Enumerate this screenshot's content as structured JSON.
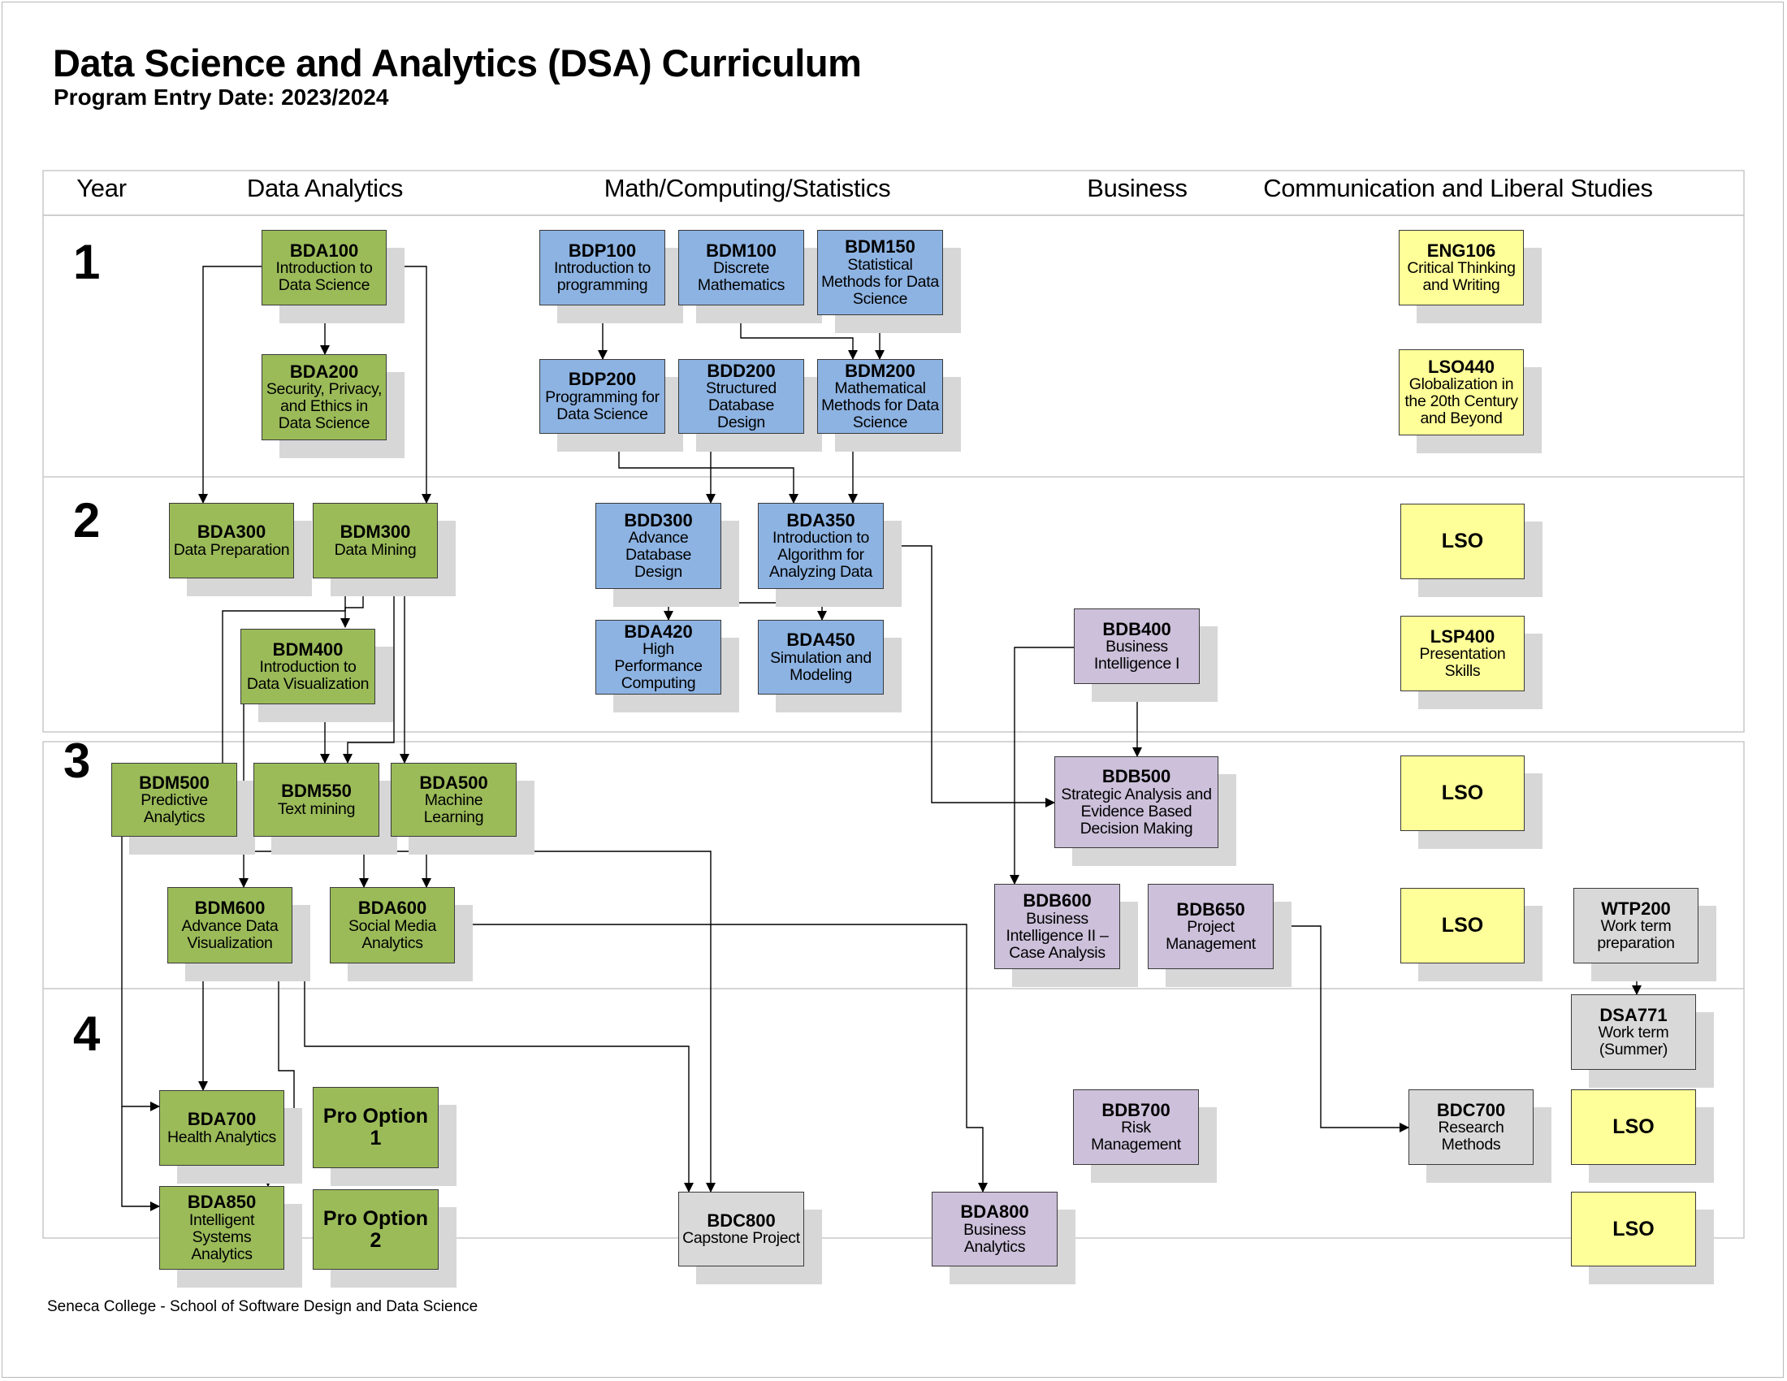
{
  "header": {
    "title": "Data Science and Analytics (DSA) Curriculum",
    "subtitle": "Program Entry Date: 2023/2024"
  },
  "columns": {
    "year": "Year",
    "data_analytics": "Data Analytics",
    "math": "Math/Computing/Statistics",
    "business": "Business",
    "communication": "Communication and Liberal Studies"
  },
  "years": [
    "1",
    "2",
    "3",
    "4"
  ],
  "courses": {
    "bda100": {
      "code": "BDA100",
      "name": "Introduction to\nData Science"
    },
    "bda200": {
      "code": "BDA200",
      "name": "Security, Privacy,\nand Ethics in\nData Science"
    },
    "bdp100": {
      "code": "BDP100",
      "name": "Introduction to\nprogramming"
    },
    "bdm100": {
      "code": "BDM100",
      "name": "Discrete\nMathematics"
    },
    "bdm150": {
      "code": "BDM150",
      "name": "Statistical\nMethods for Data\nScience"
    },
    "bdp200": {
      "code": "BDP200",
      "name": "Programming for\nData Science"
    },
    "bdd200": {
      "code": "BDD200",
      "name": "Structured\nDatabase Design"
    },
    "bdm200": {
      "code": "BDM200",
      "name": "Mathematical\nMethods for Data\nScience"
    },
    "eng106": {
      "code": "ENG106",
      "name": "Critical Thinking\nand Writing"
    },
    "lso440": {
      "code": "LSO440",
      "name": "Globalization in\nthe 20th Century\nand Beyond"
    },
    "bda300": {
      "code": "BDA300",
      "name": "Data Preparation"
    },
    "bdm300": {
      "code": "BDM300",
      "name": "Data Mining"
    },
    "bdd300": {
      "code": "BDD300",
      "name": "Advance\nDatabase Design"
    },
    "bda350": {
      "code": "BDA350",
      "name": "Introduction to\nAlgorithm for\nAnalyzing Data"
    },
    "lso_y2": {
      "code": "LSO",
      "name": ""
    },
    "bdm400": {
      "code": "BDM400",
      "name": "Introduction to\nData Visualization"
    },
    "bda420": {
      "code": "BDA420",
      "name": "High Performance\nComputing"
    },
    "bda450": {
      "code": "BDA450",
      "name": "Simulation and\nModeling"
    },
    "bdb400": {
      "code": "BDB400",
      "name": "Business\nIntelligence I"
    },
    "lsp400": {
      "code": "LSP400",
      "name": "Presentation\nSkills"
    },
    "bdm500": {
      "code": "BDM500",
      "name": "Predictive\nAnalytics"
    },
    "bdm550": {
      "code": "BDM550",
      "name": "Text mining"
    },
    "bda500": {
      "code": "BDA500",
      "name": "Machine\nLearning"
    },
    "bdb500": {
      "code": "BDB500",
      "name": "Strategic Analysis and\nEvidence Based\nDecision Making"
    },
    "lso_y3a": {
      "code": "LSO",
      "name": ""
    },
    "bdm600": {
      "code": "BDM600",
      "name": "Advance Data\nVisualization"
    },
    "bda600": {
      "code": "BDA600",
      "name": "Social Media\nAnalytics"
    },
    "bdb600": {
      "code": "BDB600",
      "name": "Business\nIntelligence II –\nCase Analysis"
    },
    "bdb650": {
      "code": "BDB650",
      "name": "Project\nManagement"
    },
    "lso_y3b": {
      "code": "LSO",
      "name": ""
    },
    "wtp200": {
      "code": "WTP200",
      "name": "Work term\npreparation"
    },
    "dsa771": {
      "code": "DSA771",
      "name": "Work term\n(Summer)"
    },
    "bda700": {
      "code": "BDA700",
      "name": "Health Analytics"
    },
    "pro1": {
      "code": "Pro Option 1",
      "name": ""
    },
    "bdb700": {
      "code": "BDB700",
      "name": "Risk\nManagement"
    },
    "bdc700": {
      "code": "BDC700",
      "name": "Research\nMethods"
    },
    "lso_y4a": {
      "code": "LSO",
      "name": ""
    },
    "bda850": {
      "code": "BDA850",
      "name": "Intelligent\nSystems\nAnalytics"
    },
    "pro2": {
      "code": "Pro Option 2",
      "name": ""
    },
    "bdc800": {
      "code": "BDC800",
      "name": "Capstone Project"
    },
    "bda800": {
      "code": "BDA800",
      "name": "Business\nAnalytics"
    },
    "lso_y4b": {
      "code": "LSO",
      "name": ""
    }
  },
  "colors": {
    "data_analytics": "#9bbb59",
    "math": "#8db3e2",
    "business": "#ccc0da",
    "liberal": "#ffff99",
    "other": "#d9d9d9"
  },
  "footer": "Seneca College - School of Software Design and Data Science"
}
